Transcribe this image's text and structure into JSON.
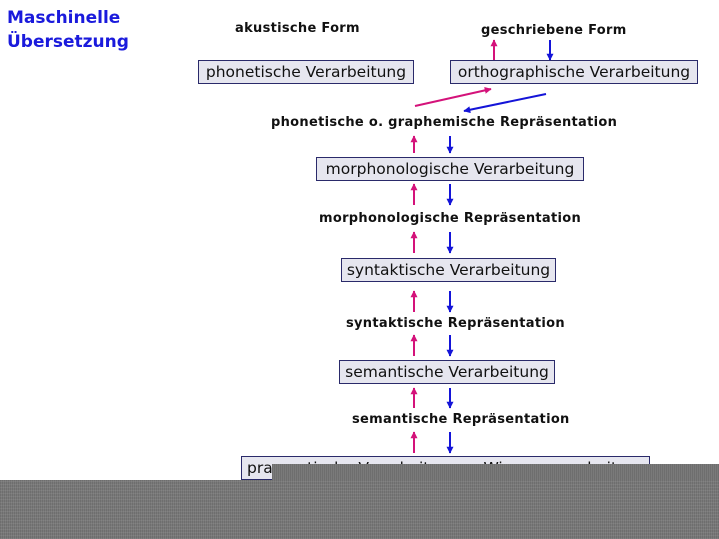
{
  "title": {
    "line1": "Maschinelle",
    "line2": "Übersetzung"
  },
  "labels": {
    "akustisch": "akustische Form",
    "geschrieben": "geschriebene Form",
    "phon_graph_rep": "phonetische o. graphemische Repräsentation",
    "morph_rep": "morphonologische Repräsentation",
    "synt_rep": "syntaktische Repräsentation",
    "sem_rep": "semantische Repräsentation"
  },
  "boxes": {
    "phonetisch": "phonetische Verarbeitung",
    "orthographisch": "orthographische Verarbeitung",
    "morphonologisch": "morphonologische Verarbeitung",
    "syntaktisch": "syntaktische Verarbeitung",
    "semantisch": "semantische Verarbeitung",
    "pragmatisch": "pragmatische Verarbeitung u. Wissensverarbeitung"
  },
  "colors": {
    "up_arrow": "#d4127a",
    "down_arrow": "#1414d8",
    "title": "#1a1adc",
    "box_fill": "#e6e6ef"
  }
}
